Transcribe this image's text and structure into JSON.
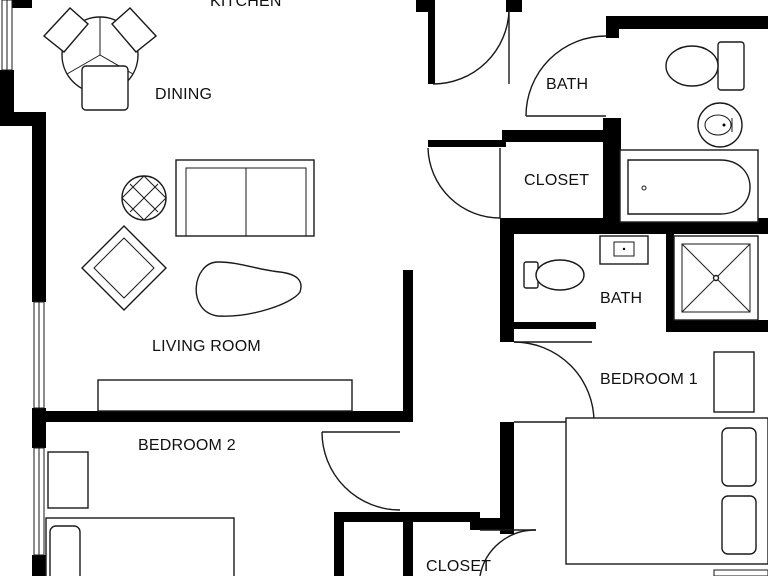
{
  "title": "",
  "rooms": {
    "kitchen": "KITCHEN",
    "dining": "DINING",
    "living_room": "LIVING ROOM",
    "bath_upper": "BATH",
    "closet_upper": "CLOSET",
    "bath_lower": "BATH",
    "bedroom_1": "BEDROOM 1",
    "bedroom_2": "BEDROOM 2",
    "closet_lower": "CLOSET"
  },
  "colors": {
    "wall": "#000000",
    "line": "#1a1a1a",
    "background": "#ffffff"
  }
}
